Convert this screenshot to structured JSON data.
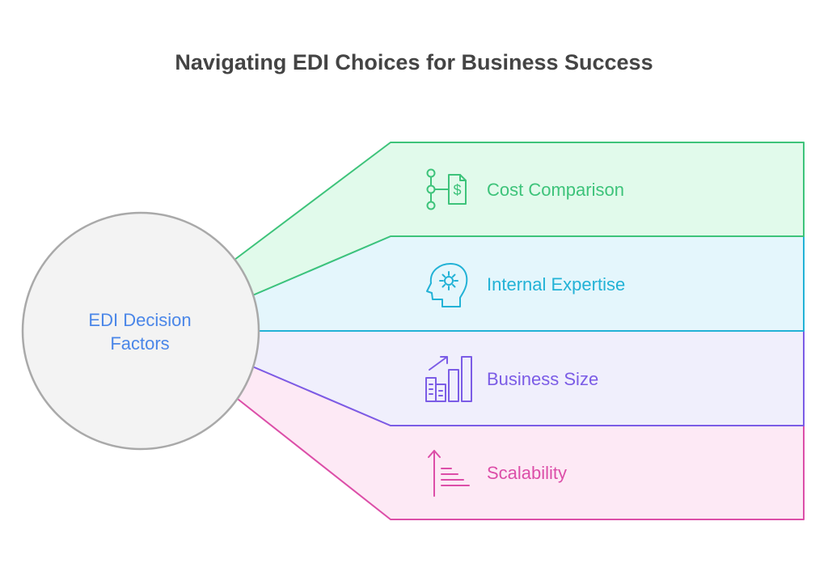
{
  "title": "Navigating EDI Choices for Business Success",
  "center": {
    "line1": "EDI Decision",
    "line2": "Factors"
  },
  "factors": [
    {
      "label": "Cost Comparison",
      "icon": "cost-document-icon",
      "color": "#3dc37a",
      "fill": "#e1faeb"
    },
    {
      "label": "Internal Expertise",
      "icon": "head-gear-icon",
      "color": "#22b2d6",
      "fill": "#e4f6fc"
    },
    {
      "label": "Business Size",
      "icon": "growth-chart-icon",
      "color": "#7b5ce6",
      "fill": "#f0effc"
    },
    {
      "label": "Scalability",
      "icon": "scale-up-arrow-icon",
      "color": "#dc4ea8",
      "fill": "#fde9f5"
    }
  ]
}
